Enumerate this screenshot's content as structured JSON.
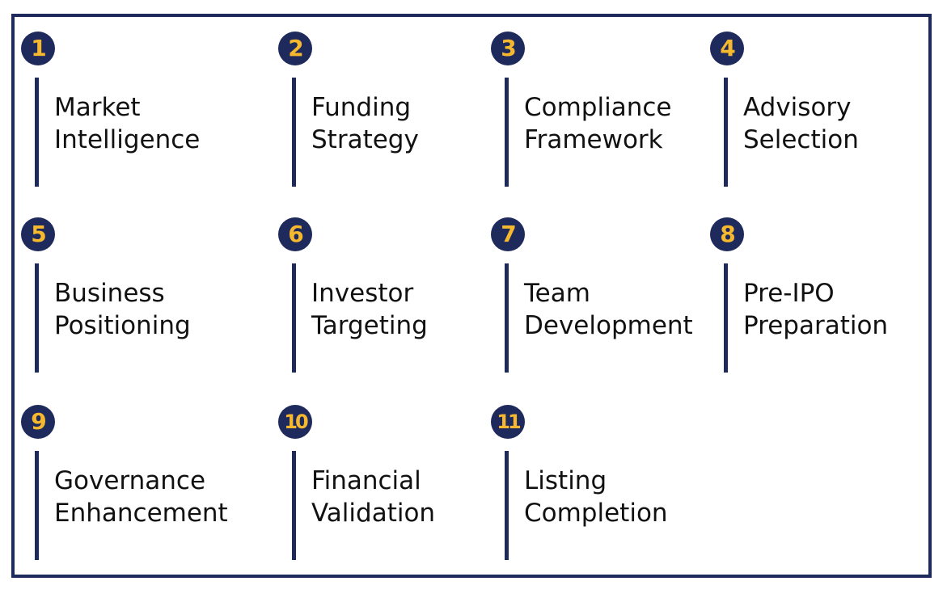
{
  "steps": [
    {
      "number": "1",
      "line1": "Market",
      "line2": "Intelligence"
    },
    {
      "number": "2",
      "line1": "Funding",
      "line2": "Strategy"
    },
    {
      "number": "3",
      "line1": "Compliance",
      "line2": "Framework"
    },
    {
      "number": "4",
      "line1": "Advisory",
      "line2": "Selection"
    },
    {
      "number": "5",
      "line1": "Business",
      "line2": "Positioning"
    },
    {
      "number": "6",
      "line1": "Investor",
      "line2": "Targeting"
    },
    {
      "number": "7",
      "line1": "Team",
      "line2": "Development"
    },
    {
      "number": "8",
      "line1": "Pre-IPO",
      "line2": "Preparation"
    },
    {
      "number": "9",
      "line1": "Governance",
      "line2": "Enhancement"
    },
    {
      "number": "10",
      "line1": "Financial",
      "line2": "Validation"
    },
    {
      "number": "11",
      "line1": "Listing",
      "line2": "Completion"
    }
  ],
  "colors": {
    "navy": "#1f2a5c",
    "gold": "#f5b82e",
    "text": "#111111"
  }
}
